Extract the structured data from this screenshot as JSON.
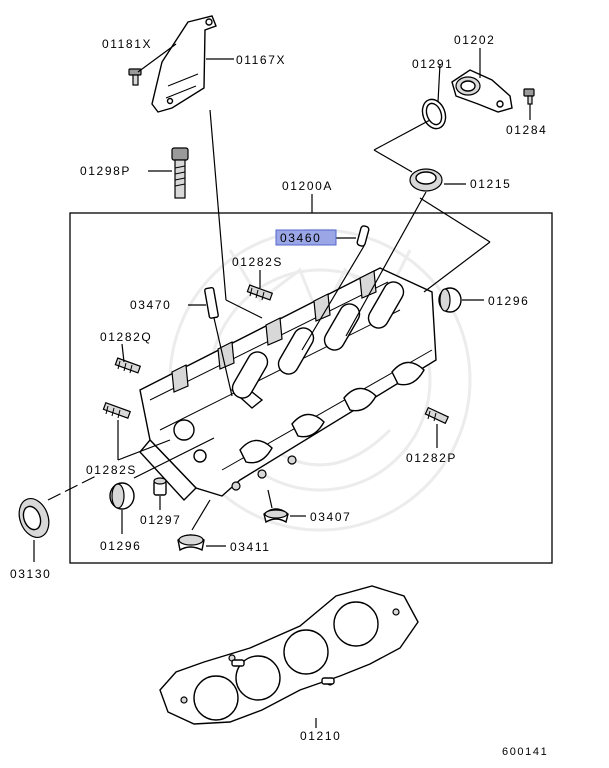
{
  "parts": {
    "p01181X": "01181X",
    "p01167X": "01167X",
    "p01202": "01202",
    "p01291": "01291",
    "p01284": "01284",
    "p01298P": "01298P",
    "p01200A": "01200A",
    "p01215": "01215",
    "p03460": "03460",
    "p01282S_top": "01282S",
    "p03470": "03470",
    "p01296_right": "01296",
    "p01282Q": "01282Q",
    "p01282P": "01282P",
    "p01282S_left": "01282S",
    "p01297": "01297",
    "p03407": "03407",
    "p01296_left": "01296",
    "p03411": "03411",
    "p03130": "03130",
    "p01210": "01210"
  },
  "figure_id": "600141",
  "highlight_color": "#9aa6e6"
}
